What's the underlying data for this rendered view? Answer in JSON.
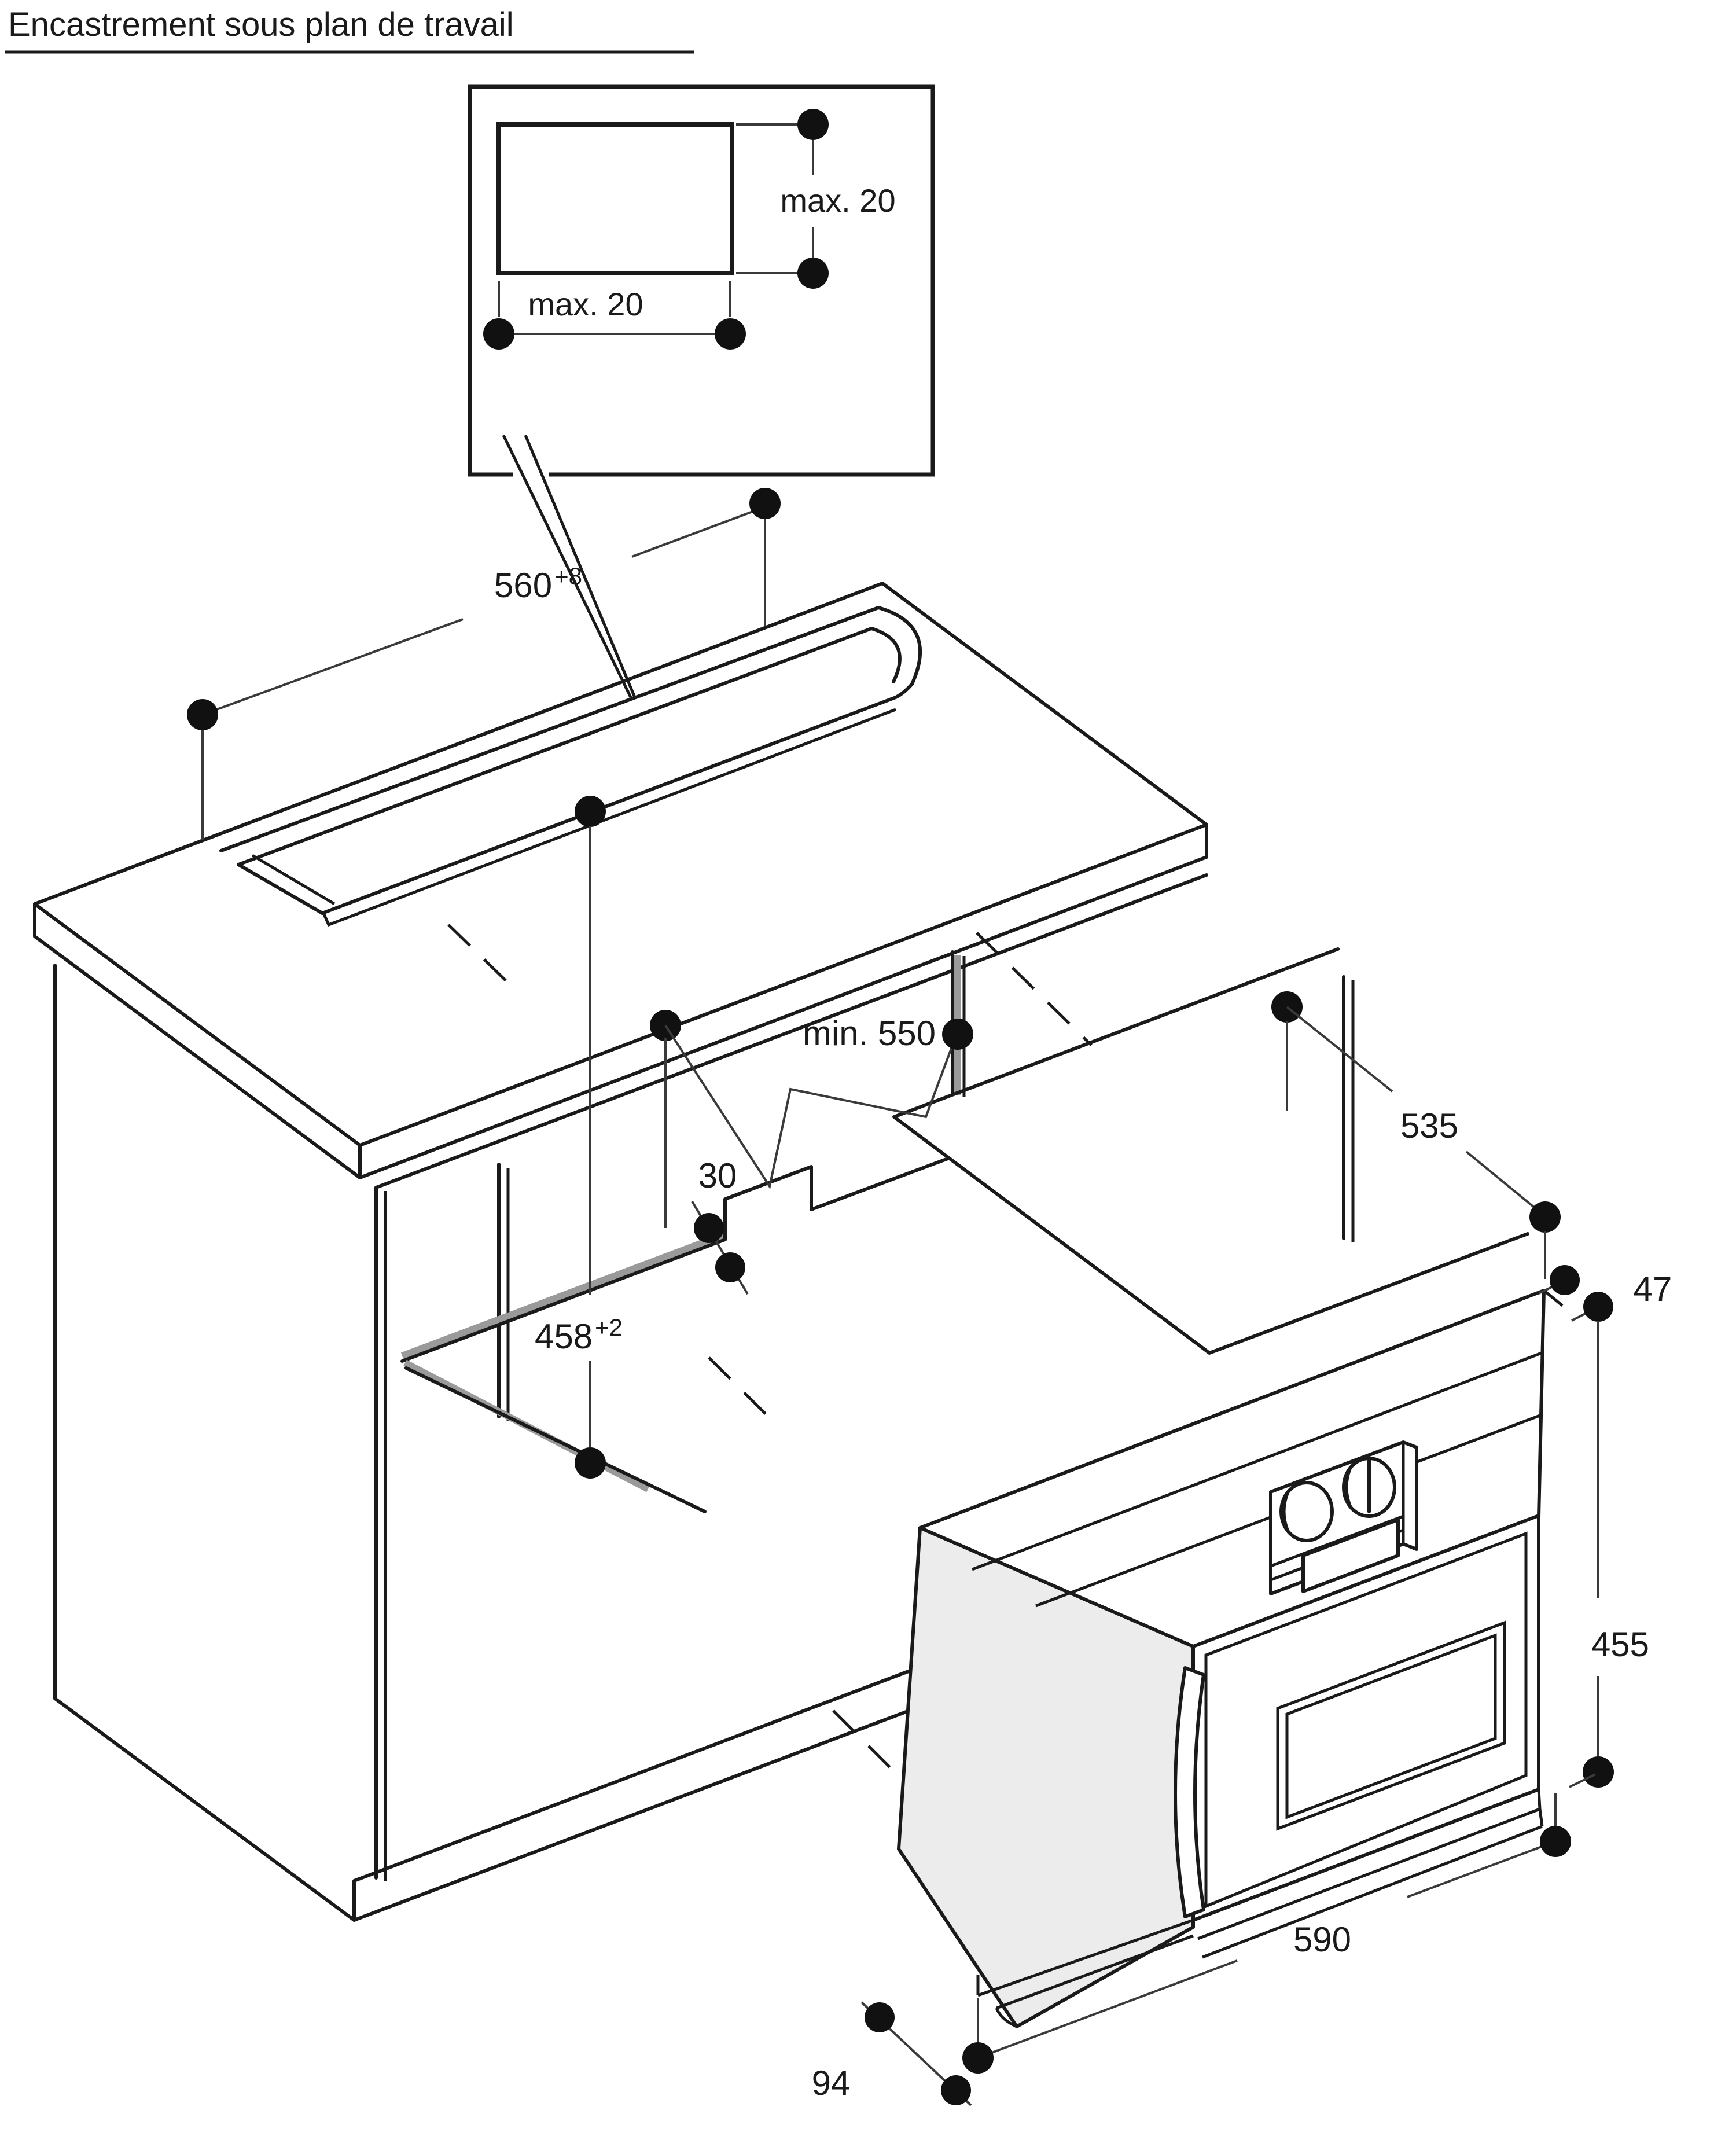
{
  "title": {
    "text": "Encastrement sous plan de travail"
  },
  "colors": {
    "line": "#1a1a1a",
    "dimension_line": "#3a3a3a",
    "gray_accent": "#9a9a9a",
    "oven_side_fill": "#ececec",
    "background": "#ffffff"
  },
  "detail_inset": {
    "dim_height": {
      "label": "max. 20"
    },
    "dim_width": {
      "label": "max. 20"
    }
  },
  "dimensions": {
    "cutout_width": {
      "value": "560",
      "tolerance": "+8"
    },
    "niche_depth": {
      "label": "min. 550"
    },
    "floor_step": {
      "value": "30"
    },
    "niche_height": {
      "value": "458",
      "tolerance": "+2"
    },
    "oven_depth": {
      "value": "535"
    },
    "frame_projection": {
      "value": "47"
    },
    "oven_height": {
      "value": "455"
    },
    "oven_width": {
      "value": "590"
    },
    "door_projection": {
      "value": "94"
    }
  }
}
